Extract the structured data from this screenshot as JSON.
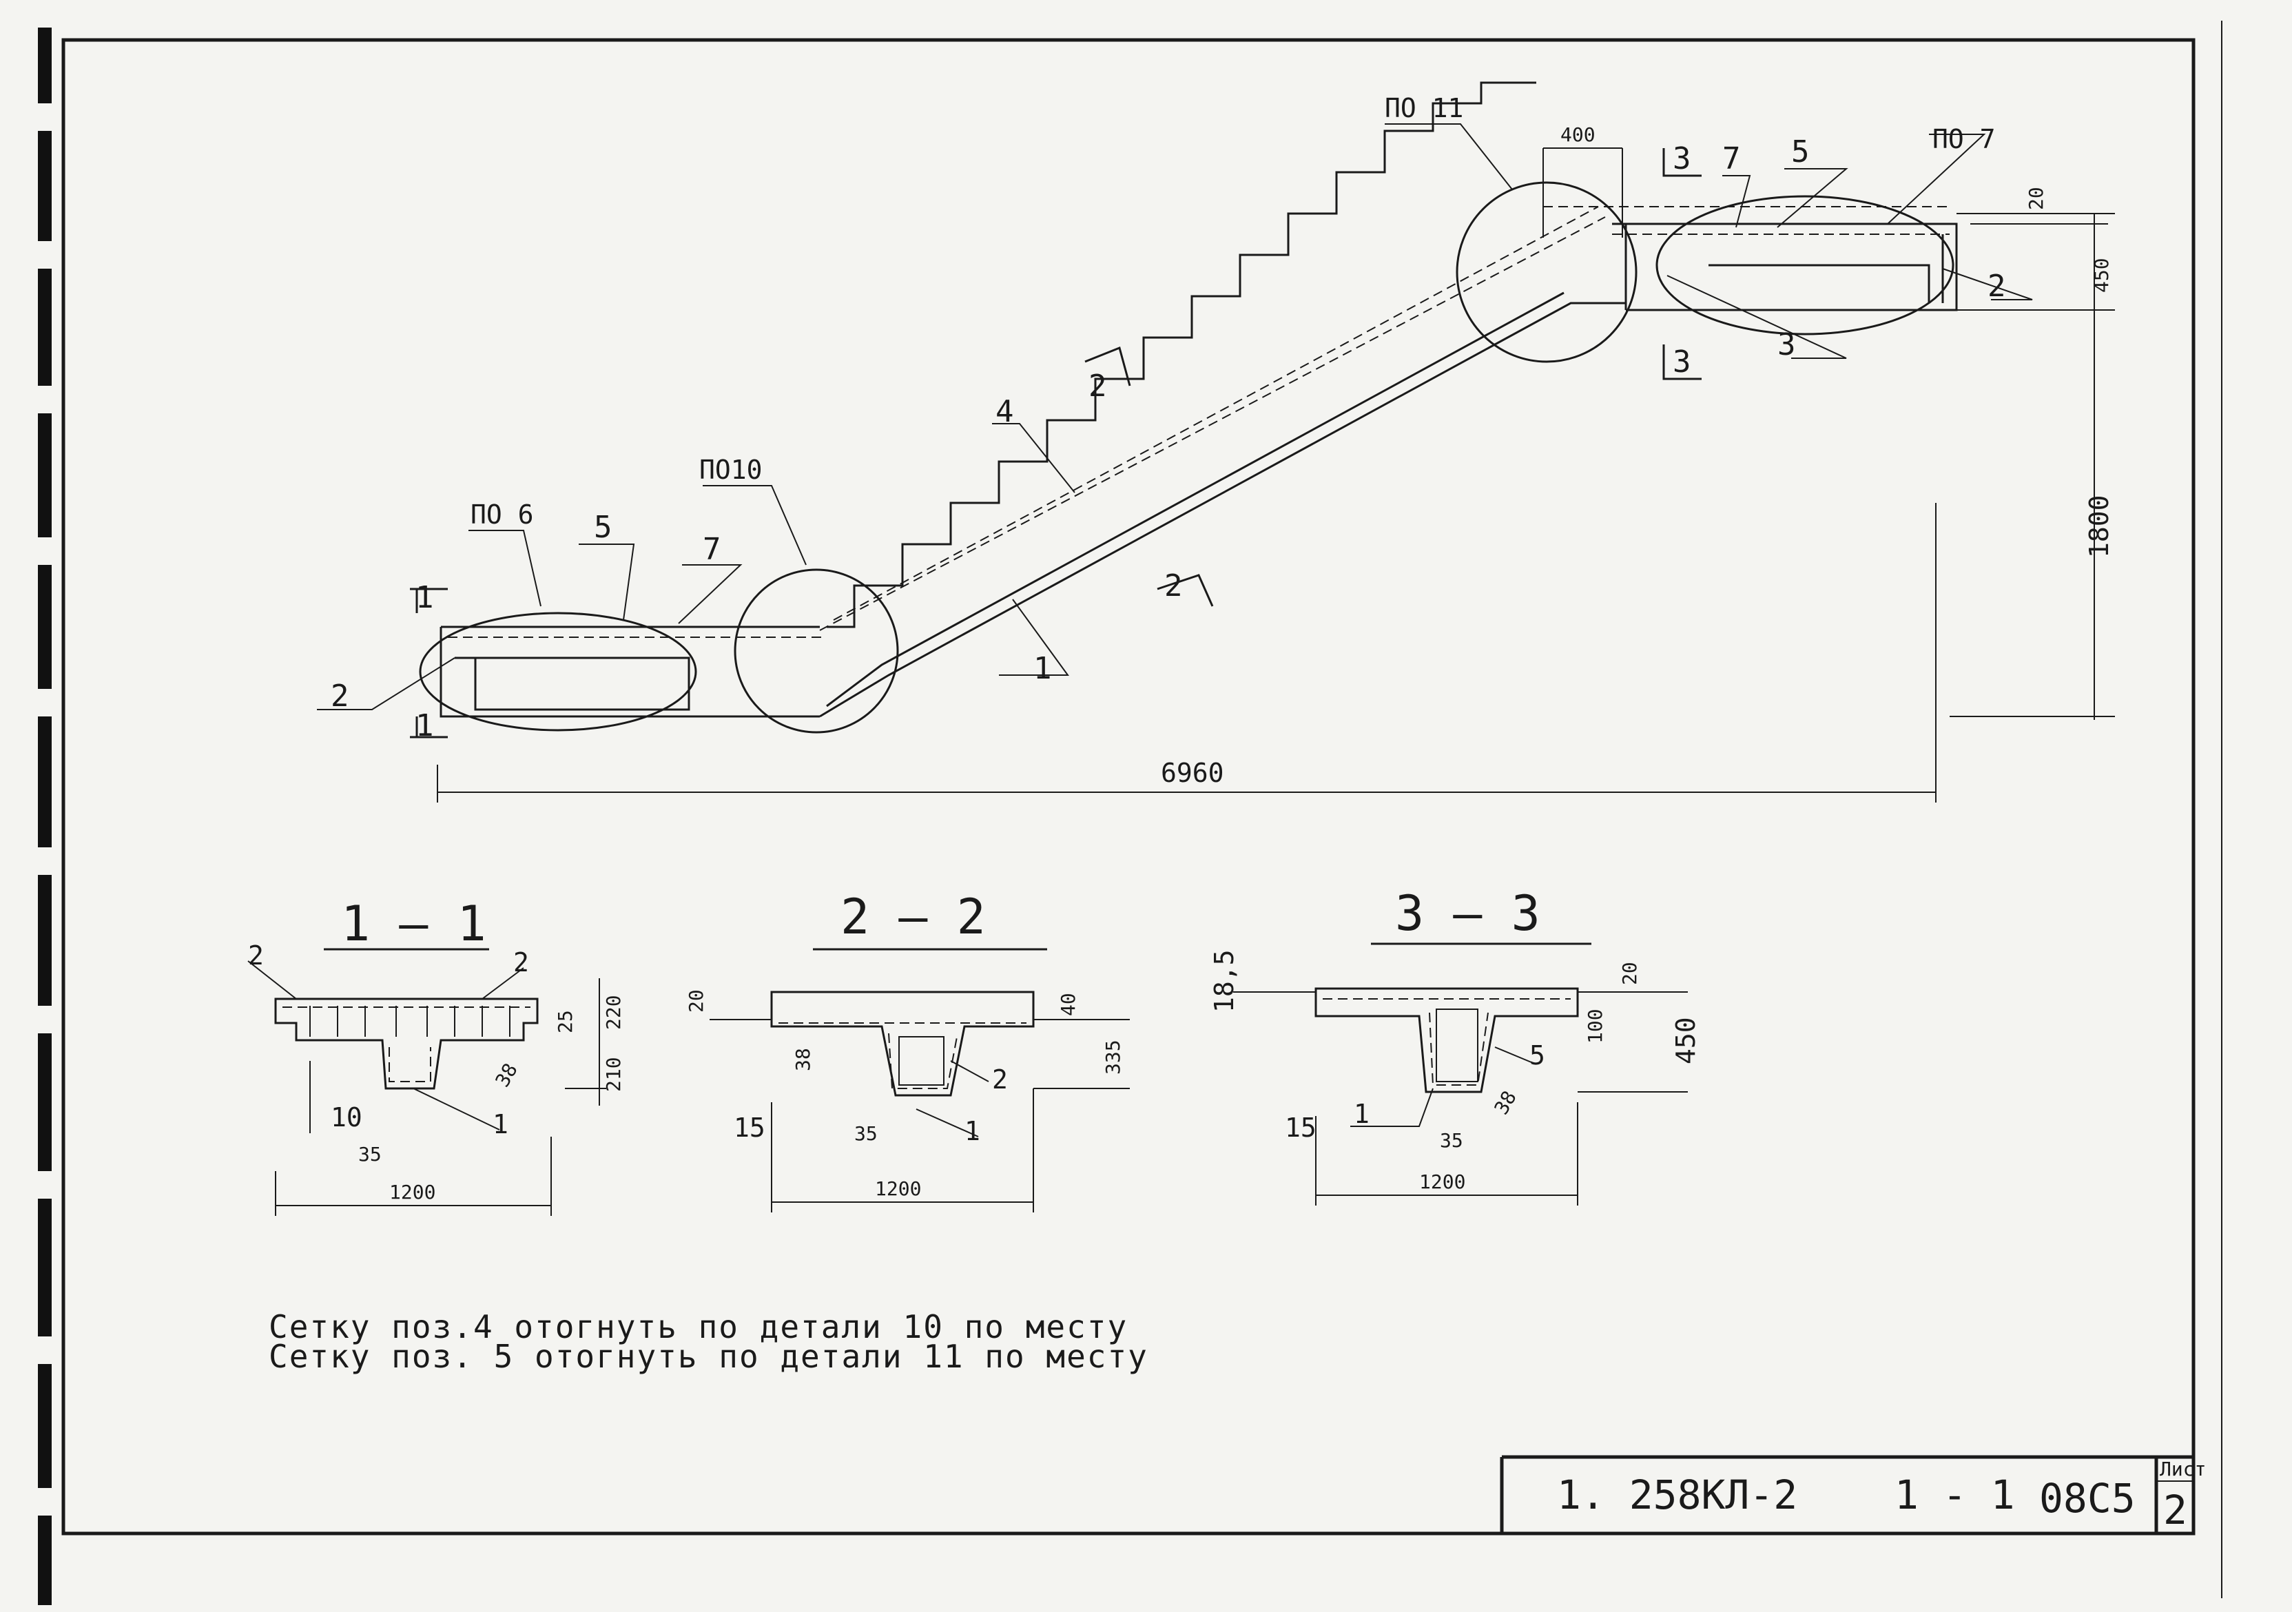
{
  "elevation": {
    "node_labels": [
      "ПО 6",
      "ПО10",
      "ПО 11",
      "ПО 7"
    ],
    "position_marks": [
      "1",
      "2",
      "3",
      "4",
      "5",
      "7"
    ],
    "section_marks": [
      "1",
      "2",
      "3"
    ],
    "dimensions": {
      "length": "6960",
      "height": "1800",
      "top_width": "400",
      "landing_depth": "450",
      "cover": "20"
    }
  },
  "sections": [
    {
      "title": "1 — 1",
      "labels": [
        "2",
        "2",
        "1"
      ],
      "dims": [
        "1200",
        "10",
        "35",
        "25",
        "220",
        "210",
        "38"
      ]
    },
    {
      "title": "2 — 2",
      "labels": [
        "2",
        "1"
      ],
      "dims": [
        "1200",
        "20",
        "15",
        "35",
        "38",
        "40",
        "335"
      ]
    },
    {
      "title": "3 — 3",
      "labels": [
        "5",
        "1"
      ],
      "dims": [
        "1200",
        "18,5",
        "15",
        "35",
        "20",
        "100",
        "450",
        "38"
      ]
    }
  ],
  "notes": [
    "Сетку поз.4 отогнуть по детали 10 по месту",
    "Сетку поз. 5 отогнуть по детали 11 по месту"
  ],
  "title_block": {
    "code": "1. 258КЛ-2",
    "sheet_ref": "1 - 1",
    "mark": "08С5",
    "sheet_label": "Лист",
    "sheet_no": "2"
  }
}
